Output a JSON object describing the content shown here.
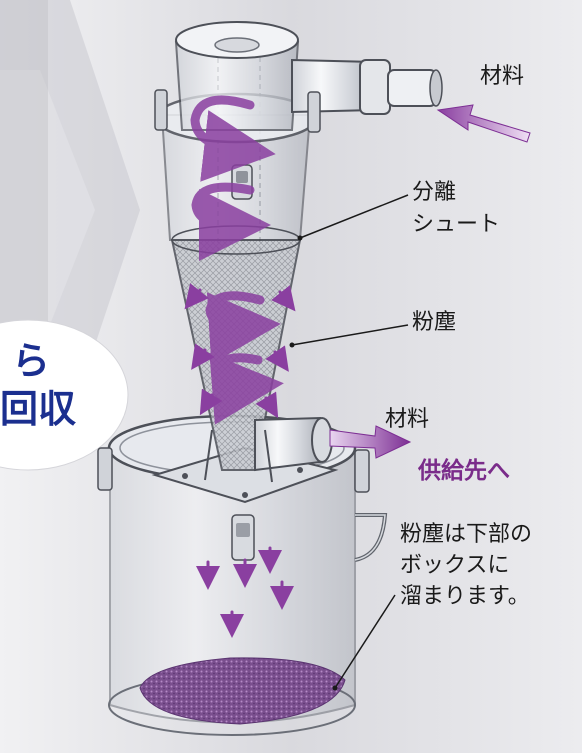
{
  "callout": {
    "line1": "ら",
    "line2": "回収"
  },
  "labels": {
    "material_in": "材料",
    "separation_chute_line1": "分離",
    "separation_chute_line2": "シュート",
    "dust": "粉塵",
    "material_out": "材料",
    "supply_dest": "供給先へ",
    "note_line1": "粉塵は下部の",
    "note_line2": "ボックスに",
    "note_line3": "溜まります。"
  },
  "colors": {
    "flow_arrow": "#8a3fa0",
    "accent_text": "#7a2c8a",
    "callout_text": "#1b2f8f"
  }
}
